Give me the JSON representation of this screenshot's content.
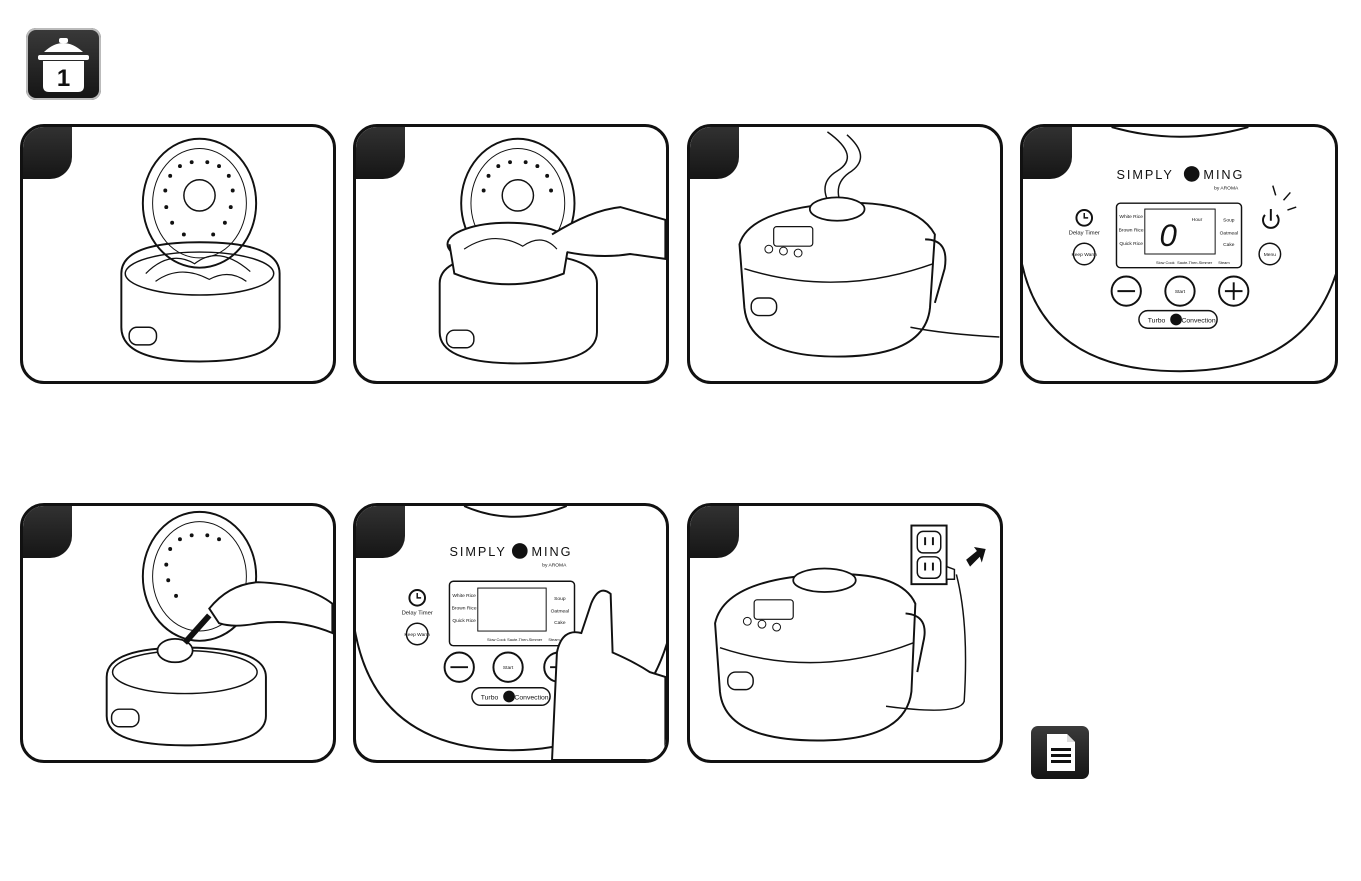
{
  "panel4": {
    "brand_left": "SIMPLY",
    "brand_right": "MING",
    "brand_sub": "by AROMA",
    "menu_left": [
      "White Rice",
      "Brown Rice",
      "Quick Rice"
    ],
    "menu_right": [
      "Soup",
      "Oatmeal",
      "Cake"
    ],
    "display_value": "0",
    "display_unit": "Hour",
    "status_row": [
      "Slow Cook",
      "Saute-Then-Simmer",
      "Steam"
    ],
    "delay_timer": "Delay Timer",
    "keep_warm": "Keep Warm",
    "menu_button": "Menu",
    "start_button": "Start",
    "turbo_left": "Turbo",
    "turbo_right": "Convection"
  },
  "panel6": {
    "brand_left": "SIMPLY",
    "brand_right": "MING",
    "brand_sub": "by AROMA",
    "menu_left": [
      "White Rice",
      "Brown Rice",
      "Quick Rice"
    ],
    "menu_right": [
      "Soup",
      "Oatmeal",
      "Cake"
    ],
    "status_row": [
      "Slow Cook",
      "Saute-Then-Simmer",
      "Steam"
    ],
    "delay_timer": "Delay Timer",
    "keep_warm": "Keep Warm",
    "start_button": "Start",
    "turbo_left": "Turbo",
    "turbo_right": "Convection"
  },
  "icons": {
    "header": "cooking-pot-step-1-icon",
    "notes": "notes-document-icon"
  }
}
